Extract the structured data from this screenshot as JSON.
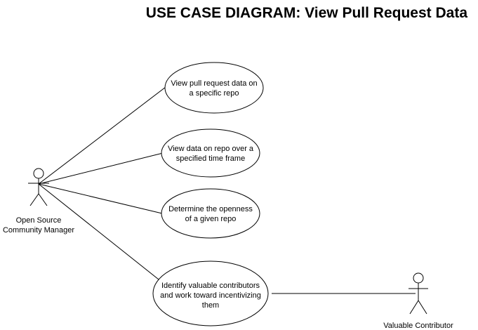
{
  "title": "USE CASE DIAGRAM: View Pull Request Data",
  "actors": {
    "manager": {
      "line1": "Open Source",
      "line2": "Community Manager"
    },
    "contributor": {
      "line1": "Valuable Contributor"
    }
  },
  "use_cases": [
    {
      "line1": "View pull request data on",
      "line2": "a specific repo"
    },
    {
      "line1": "View data on repo over a",
      "line2": "specified time frame"
    },
    {
      "line1": "Determine the openness",
      "line2": "of a given repo"
    },
    {
      "line1": "Identify valuable contributors",
      "line2": "and work toward incentivizing",
      "line3": "them"
    }
  ],
  "associations": [
    {
      "from": "Open Source Community Manager",
      "to": "View pull request data on a specific repo"
    },
    {
      "from": "Open Source Community Manager",
      "to": "View data on repo over a specified time frame"
    },
    {
      "from": "Open Source Community Manager",
      "to": "Determine the openness of a given repo"
    },
    {
      "from": "Open Source Community Manager",
      "to": "Identify valuable contributors and work toward incentivizing them"
    },
    {
      "from": "Valuable Contributor",
      "to": "Identify valuable contributors and work toward incentivizing them"
    }
  ]
}
